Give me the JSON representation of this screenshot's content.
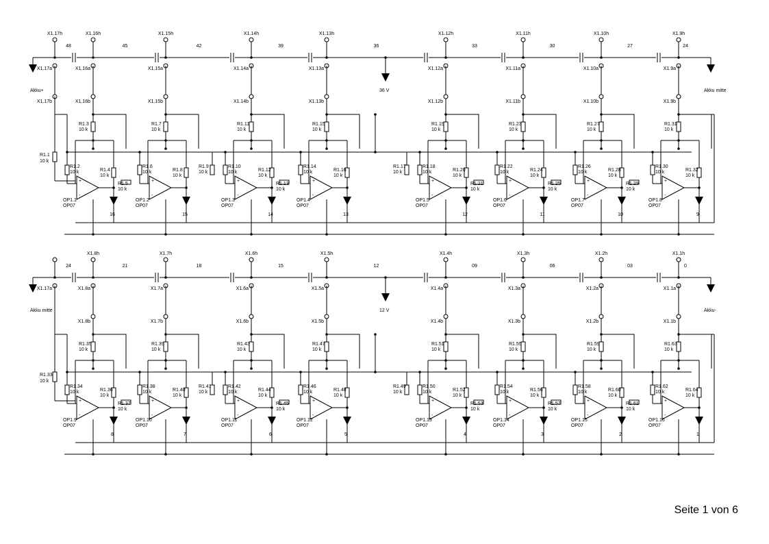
{
  "page_label": "Seite 1 von 6",
  "rails": [
    {
      "caps": [
        {
          "num": "48",
          "a": "X1.16a",
          "h": "X1.16h",
          "b": "X1.16b"
        },
        {
          "num": "45",
          "a": "X1.15a",
          "h": "X1.15h",
          "b": "X1.15b"
        },
        {
          "num": "42",
          "a": "X1.14a",
          "h": "X1.14h",
          "b": "X1.14b"
        },
        {
          "num": "39",
          "a": "X1.13a",
          "h": "X1.13h",
          "b": "X1.13b"
        },
        {
          "num": "36",
          "a": "X1.12a",
          "h": "X1.12h",
          "b": "X1.12b"
        },
        {
          "num": "33",
          "a": "X1.11a",
          "h": "X1.11h",
          "b": "X1.11b"
        },
        {
          "num": "30",
          "a": "X1.10a",
          "h": "X1.10h",
          "b": "X1.10b"
        },
        {
          "num": "27",
          "a": "X1.9a",
          "h": "X1.9h",
          "b": "X1.9b"
        }
      ],
      "end_number": "24",
      "left_conn": {
        "a": "X1.17a",
        "h": "X1.17h",
        "b": "X1.17b"
      },
      "left_term": "Akku+",
      "mid_term": "36 V",
      "right_term": "Akku mitte",
      "r_first": {
        "name": "R1.1",
        "value": "10 k"
      },
      "channels": [
        {
          "op": "OP1.1",
          "type": "OP07",
          "out": "16",
          "ra": {
            "name": "R1.3",
            "value": "10 k"
          },
          "rb": {
            "name": "R1.2",
            "value": "10 k"
          },
          "rc": {
            "name": "R1.4",
            "value": "10 k"
          },
          "rd": {
            "name": "R1.5",
            "value": "10 k"
          }
        },
        {
          "op": "OP1.2",
          "type": "OP07",
          "out": "15",
          "ra": {
            "name": "R1.7",
            "value": "10 k"
          },
          "rb": {
            "name": "R1.6",
            "value": "10 k"
          },
          "rc": {
            "name": "R1.8",
            "value": "10 k"
          },
          "rd": null
        },
        {
          "op": "OP1.3",
          "type": "OP07",
          "out": "14",
          "ra": {
            "name": "R1.11",
            "value": "10 k"
          },
          "rb": {
            "name": "R1.10",
            "value": "10 k"
          },
          "rc": {
            "name": "R1.12",
            "value": "10 k"
          },
          "rd": {
            "name": "R1.13",
            "value": "10 k"
          }
        },
        {
          "op": "OP1.4",
          "type": "OP07",
          "out": "13",
          "ra": {
            "name": "R1.15",
            "value": "10 k"
          },
          "rb": {
            "name": "R1.14",
            "value": "10 k"
          },
          "rc": {
            "name": "R1.16",
            "value": "10 k"
          },
          "rd": null
        },
        {
          "op": "OP1.5",
          "type": "OP07",
          "out": "12",
          "ra": {
            "name": "R1.19",
            "value": "10 k"
          },
          "rb": {
            "name": "R1.18",
            "value": "10 k"
          },
          "rc": {
            "name": "R1.20",
            "value": "10 k"
          },
          "rd": {
            "name": "R1.21",
            "value": "10 k"
          }
        },
        {
          "op": "OP1.6",
          "type": "OP07",
          "out": "11",
          "ra": {
            "name": "R1.23",
            "value": "10 k"
          },
          "rb": {
            "name": "R1.22",
            "value": "10 k"
          },
          "rc": {
            "name": "R1.24",
            "value": "10 k"
          },
          "rd": {
            "name": "R1.25",
            "value": "10 k"
          }
        },
        {
          "op": "OP1.7",
          "type": "OP07",
          "out": "10",
          "ra": {
            "name": "R1.27",
            "value": "10 k"
          },
          "rb": {
            "name": "R1.26",
            "value": "10 k"
          },
          "rc": {
            "name": "R1.28",
            "value": "10 k"
          },
          "rd": {
            "name": "R1.29",
            "value": "10 k"
          }
        },
        {
          "op": "OP1.8",
          "type": "OP07",
          "out": "9",
          "ra": {
            "name": "R1.31",
            "value": "10 k"
          },
          "rb": {
            "name": "R1.30",
            "value": "10 k"
          },
          "rc": {
            "name": "R1.32",
            "value": "10 k"
          },
          "rd": null
        }
      ],
      "extra_rl": [
        {
          "name": "R1.9",
          "value": "10 k"
        },
        {
          "name": "R1.17",
          "value": "10 k"
        }
      ]
    },
    {
      "caps": [
        {
          "num": "24",
          "a": "X1.8a",
          "h": "X1.8h",
          "b": "X1.8b"
        },
        {
          "num": "21",
          "a": "X1.7a",
          "h": "X1.7h",
          "b": "X1.7b"
        },
        {
          "num": "18",
          "a": "X1.6a",
          "h": "X1.6h",
          "b": "X1.6b"
        },
        {
          "num": "15",
          "a": "X1.5a",
          "h": "X1.5h",
          "b": "X1.5b"
        },
        {
          "num": "12",
          "a": "X1.4a",
          "h": "X1.4h",
          "b": "X1.4b"
        },
        {
          "num": "09",
          "a": "X1.3a",
          "h": "X1.3h",
          "b": "X1.3b"
        },
        {
          "num": "06",
          "a": "X1.2a",
          "h": "X1.2h",
          "b": "X1.2b"
        },
        {
          "num": "03",
          "a": "X1.1a",
          "h": "X1.1h",
          "b": "X1.1b"
        }
      ],
      "end_number": "0",
      "left_conn": {
        "a": "X1.17a",
        "h": "",
        "b": ""
      },
      "left_term": "Akku mitte",
      "mid_term": "12 V",
      "right_term": "Akku-",
      "r_first": {
        "name": "R1.33",
        "value": "10 k"
      },
      "channels": [
        {
          "op": "OP1.9",
          "type": "OP07",
          "out": "8",
          "ra": {
            "name": "R1.35",
            "value": "10 k"
          },
          "rb": {
            "name": "R1.34",
            "value": "10 k"
          },
          "rc": {
            "name": "R1.36",
            "value": "10 k"
          },
          "rd": {
            "name": "R1.37",
            "value": "10 k"
          }
        },
        {
          "op": "OP1.10",
          "type": "OP07",
          "out": "7",
          "ra": {
            "name": "R1.39",
            "value": "10 k"
          },
          "rb": {
            "name": "R1.38",
            "value": "10 k"
          },
          "rc": {
            "name": "R1.40",
            "value": "10 k"
          },
          "rd": null
        },
        {
          "op": "OP1.11",
          "type": "OP07",
          "out": "6",
          "ra": {
            "name": "R1.43",
            "value": "10 k"
          },
          "rb": {
            "name": "R1.42",
            "value": "10 k"
          },
          "rc": {
            "name": "R1.44",
            "value": "10 k"
          },
          "rd": {
            "name": "R1.45",
            "value": "10 k"
          }
        },
        {
          "op": "OP1.12",
          "type": "OP07",
          "out": "5",
          "ra": {
            "name": "R1.47",
            "value": "10 k"
          },
          "rb": {
            "name": "R1.46",
            "value": "10 k"
          },
          "rc": {
            "name": "R1.48",
            "value": "10 k"
          },
          "rd": null
        },
        {
          "op": "OP1.13",
          "type": "OP07",
          "out": "4",
          "ra": {
            "name": "R1.51",
            "value": "10 k"
          },
          "rb": {
            "name": "R1.50",
            "value": "10 k"
          },
          "rc": {
            "name": "R1.52",
            "value": "10 k"
          },
          "rd": {
            "name": "R1.53",
            "value": "10 k"
          }
        },
        {
          "op": "OP1.14",
          "type": "OP07",
          "out": "3",
          "ra": {
            "name": "R1.55",
            "value": "10 k"
          },
          "rb": {
            "name": "R1.54",
            "value": "10 k"
          },
          "rc": {
            "name": "R1.56",
            "value": "10 k"
          },
          "rd": {
            "name": "R1.57",
            "value": "10 k"
          }
        },
        {
          "op": "OP1.15",
          "type": "OP07",
          "out": "2",
          "ra": {
            "name": "R1.59",
            "value": "10 k"
          },
          "rb": {
            "name": "R1.58",
            "value": "10 k"
          },
          "rc": {
            "name": "R1.60",
            "value": "10 k"
          },
          "rd": {
            "name": "R1.61",
            "value": "10 k"
          }
        },
        {
          "op": "OP1.16",
          "type": "OP07",
          "out": "1",
          "ra": {
            "name": "R1.63",
            "value": "10 k"
          },
          "rb": {
            "name": "R1.62",
            "value": "10 k"
          },
          "rc": {
            "name": "R1.64",
            "value": "10 k"
          },
          "rd": null
        }
      ],
      "extra_rl": [
        {
          "name": "R1.41",
          "value": "10 k"
        },
        {
          "name": "R1.49",
          "value": "10 k"
        }
      ]
    }
  ]
}
